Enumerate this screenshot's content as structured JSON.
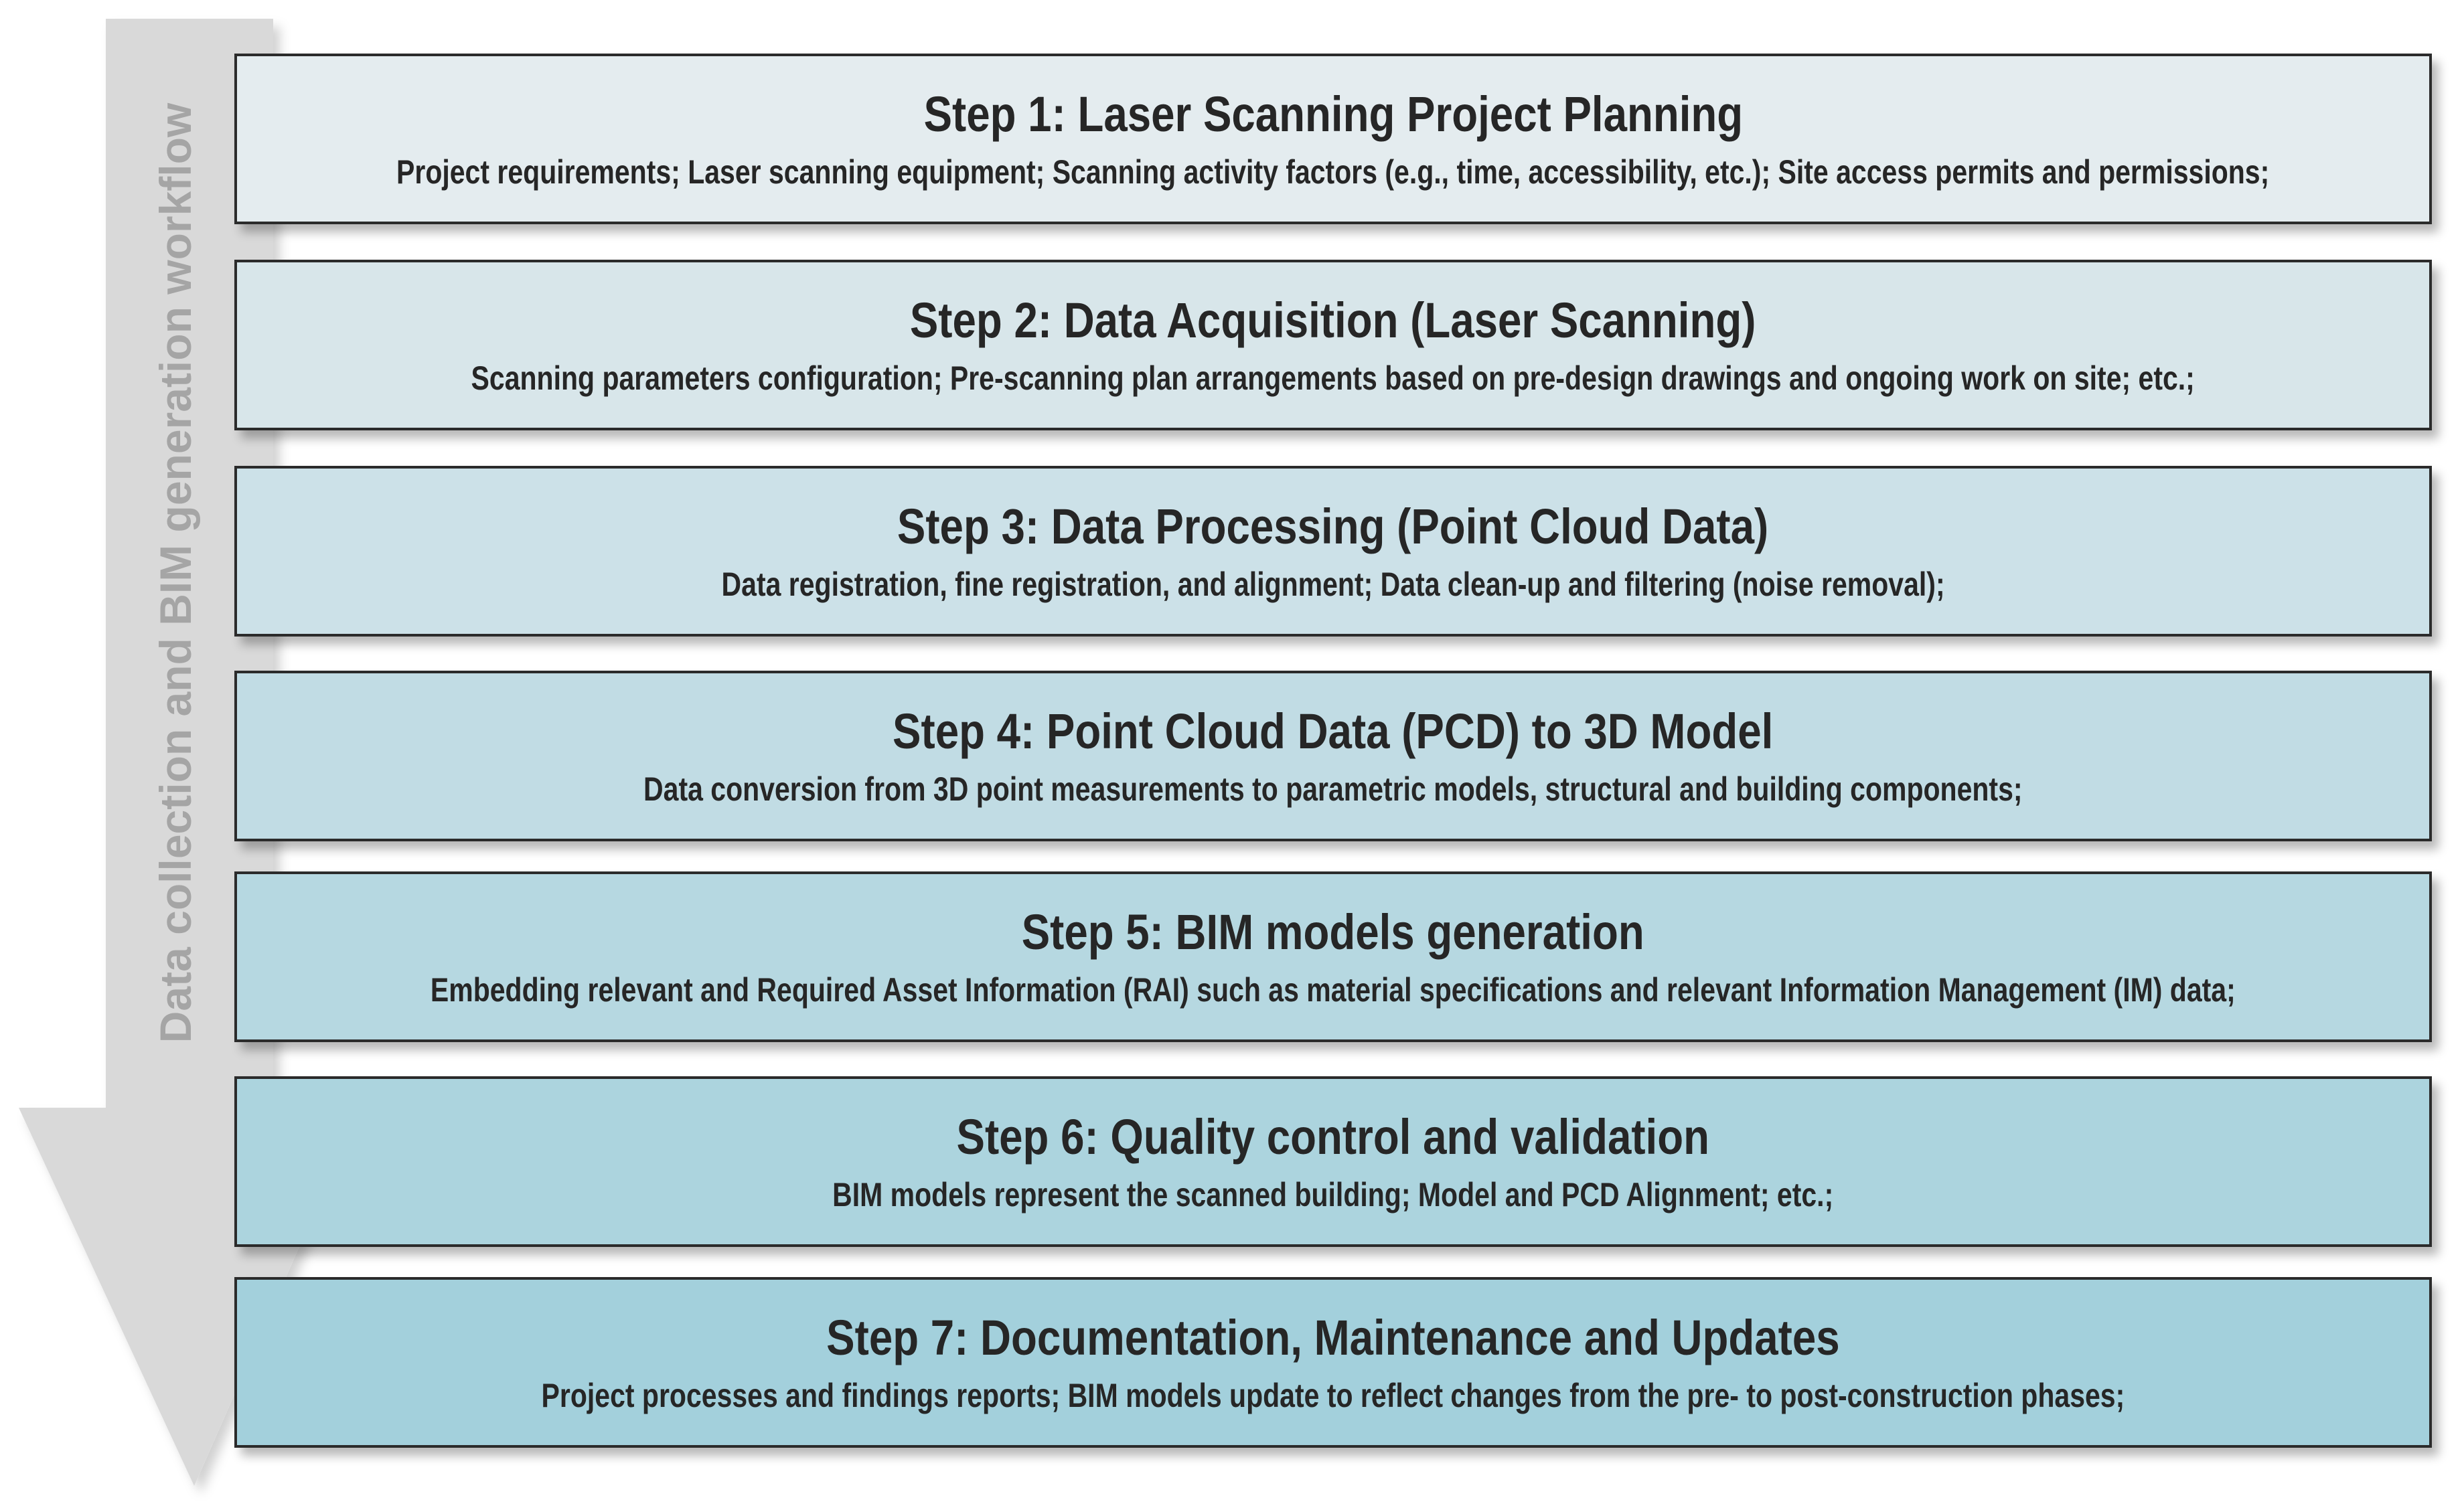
{
  "workflow": {
    "side_label": "Data collection and BIM generation workflow",
    "arrow_color": "#d9d9d9",
    "steps": [
      {
        "title": "Step 1: Laser Scanning Project Planning",
        "description": "Project requirements; Laser scanning equipment; Scanning activity factors (e.g., time, accessibility, etc.); Site access permits and permissions;",
        "fill": "#e4ecef"
      },
      {
        "title": "Step 2: Data Acquisition (Laser Scanning)",
        "description": "Scanning parameters configuration; Pre-scanning plan arrangements based on pre-design drawings and ongoing work on site; etc.;",
        "fill": "#d8e6ea"
      },
      {
        "title": "Step 3: Data Processing (Point Cloud Data)",
        "description": "Data registration, fine registration, and alignment; Data clean-up and filtering (noise removal);",
        "fill": "#cce1e8"
      },
      {
        "title": "Step 4: Point Cloud Data (PCD) to 3D Model",
        "description": "Data conversion from 3D point measurements to parametric models, structural and building components;",
        "fill": "#c1dce4"
      },
      {
        "title": "Step 5: BIM models generation",
        "description": "Embedding relevant and Required Asset Information (RAI) such as material specifications and relevant Information Management  (IM) data;",
        "fill": "#b6d8e1"
      },
      {
        "title": "Step 6: Quality control and validation",
        "description": "BIM models represent the scanned building; Model and PCD Alignment; etc.;",
        "fill": "#acd4de"
      },
      {
        "title": "Step 7: Documentation, Maintenance and Updates",
        "description": "Project processes and findings reports; BIM models update to reflect changes from the pre- to post-construction phases;",
        "fill": "#a3d0dc"
      }
    ]
  }
}
